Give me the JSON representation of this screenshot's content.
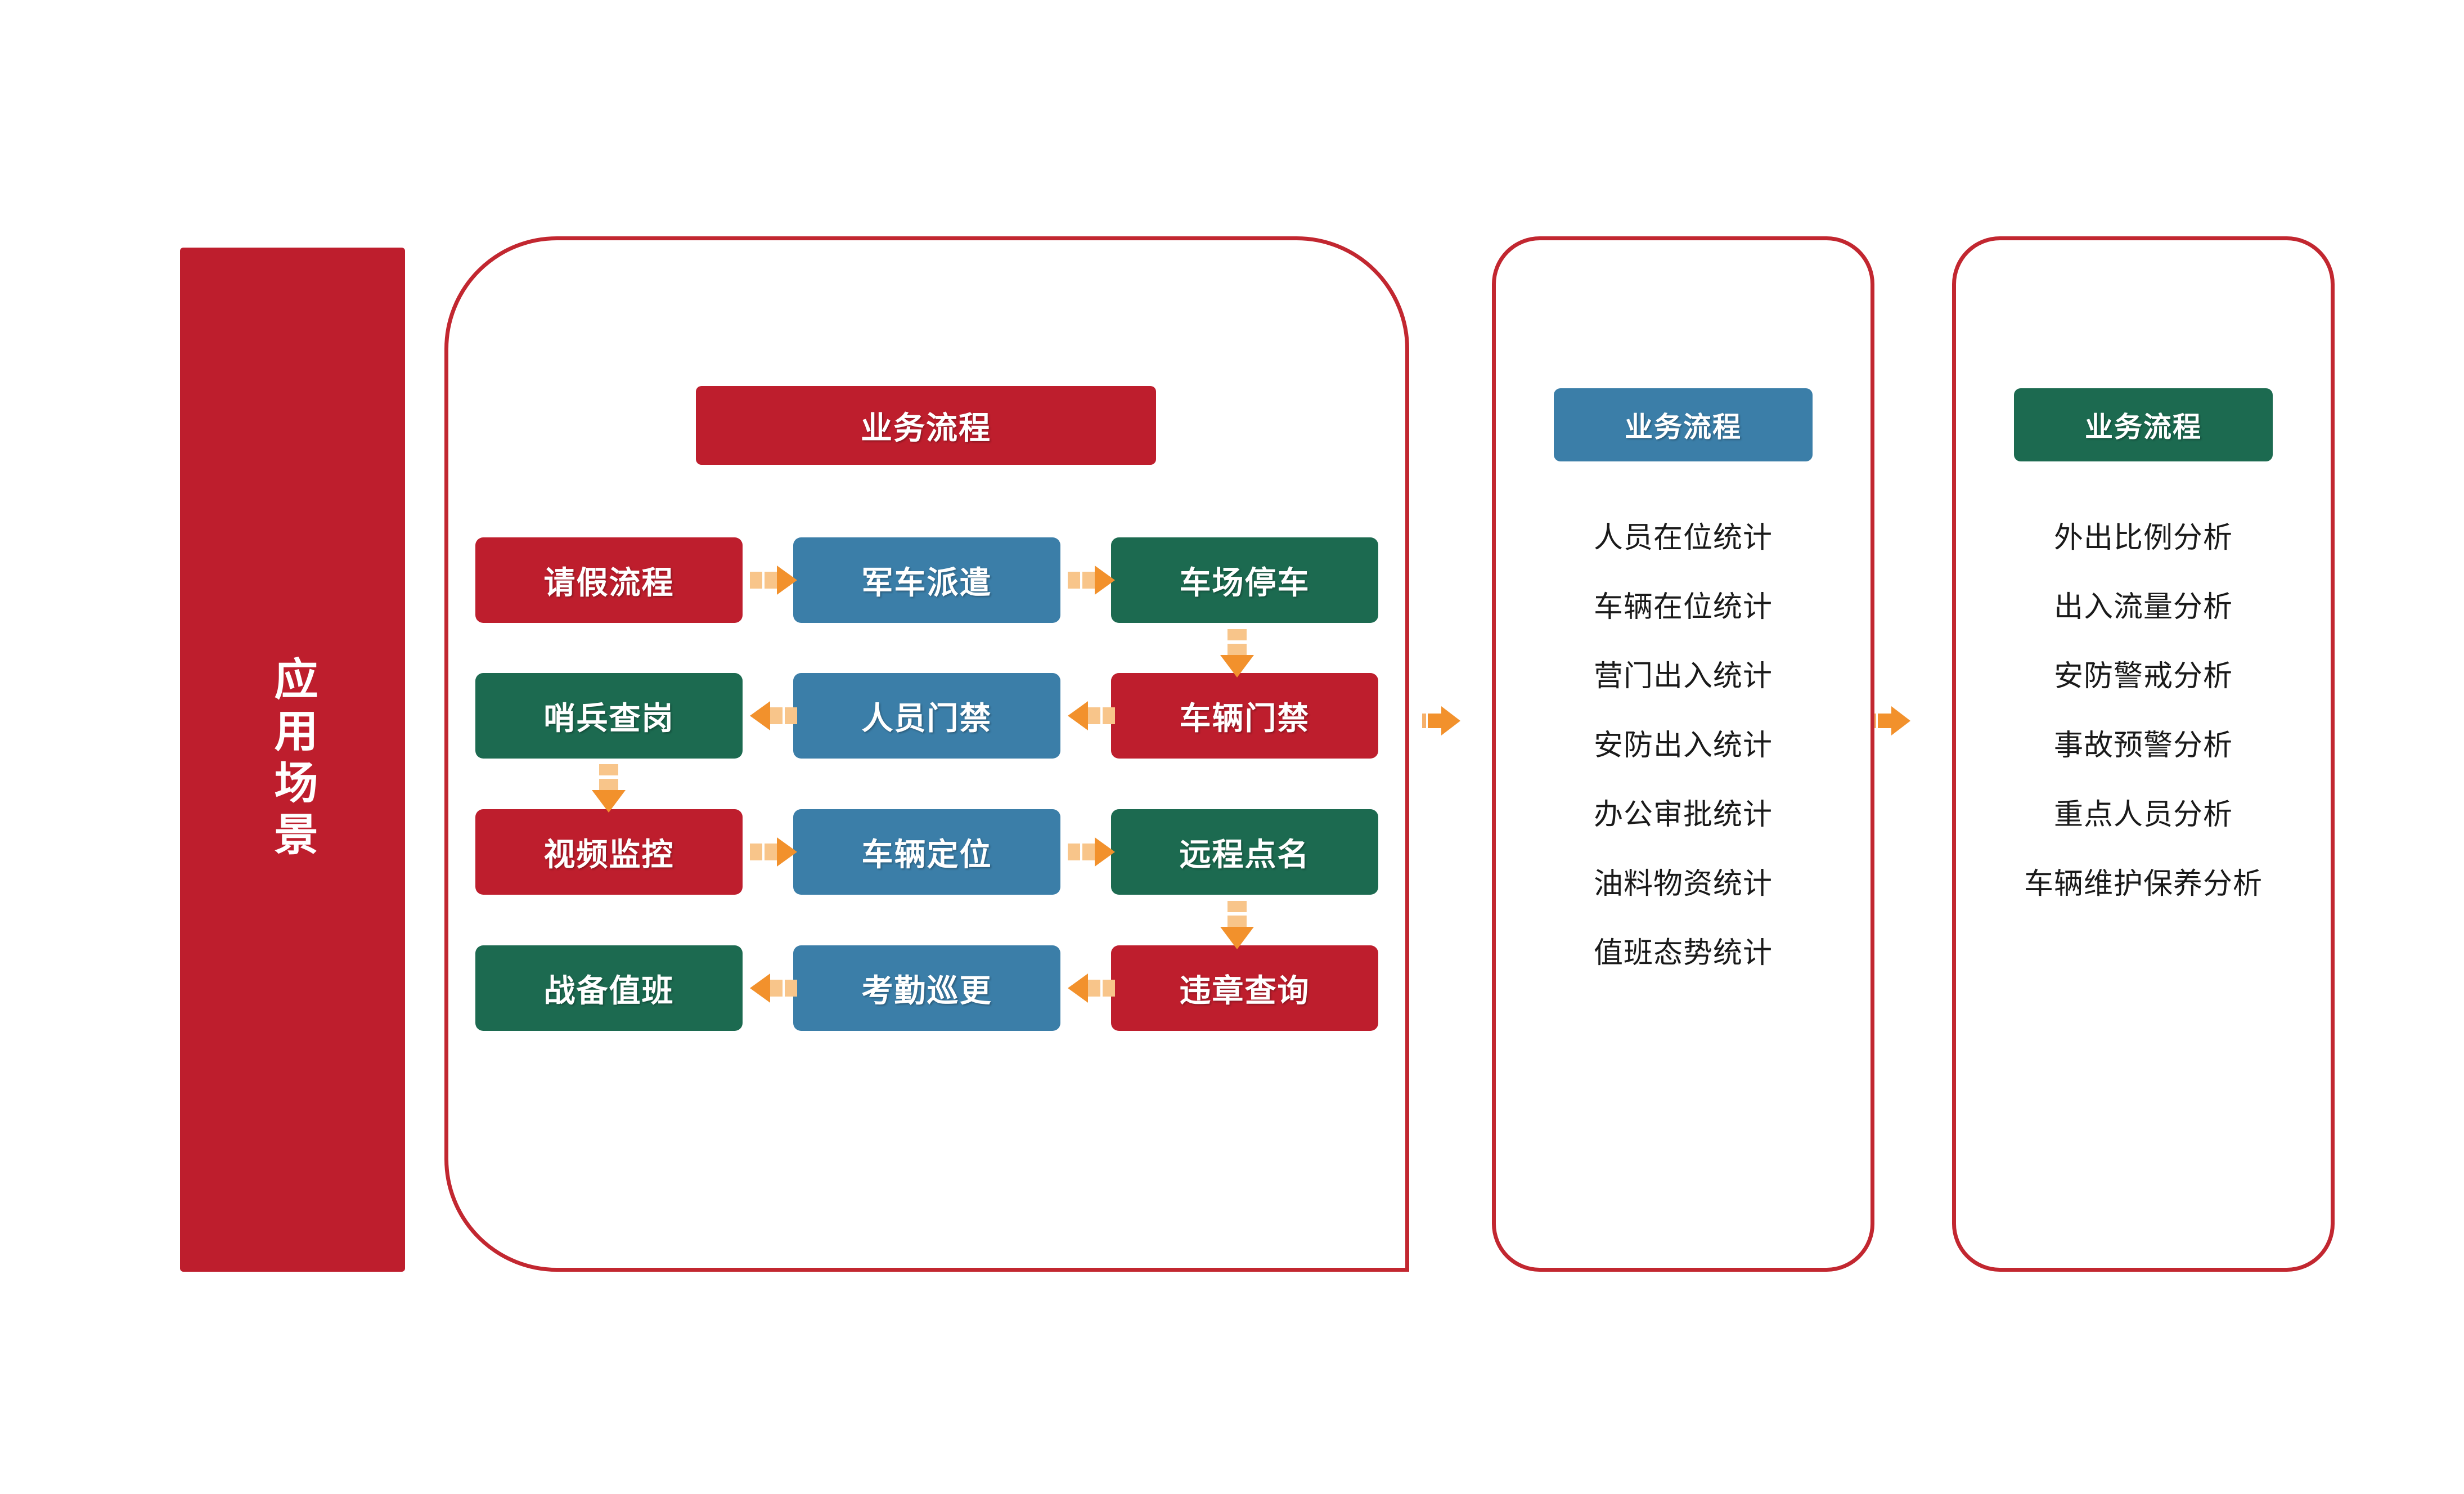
{
  "scene": {
    "label": "应用场景",
    "color": "#BE1E2D"
  },
  "colors": {
    "red": "#BE1E2D",
    "blue": "#3B7EA8",
    "green": "#1C6A50",
    "arrow_orange": "#F2912C",
    "panel_border": "#C22730",
    "background": "#FFFFFF"
  },
  "flow_panel": {
    "header": "业务流程",
    "header_color": "#BE1E2D",
    "rows": [
      {
        "cells": [
          {
            "label": "请假流程",
            "color": "red"
          },
          {
            "label": "军车派遣",
            "color": "blue"
          },
          {
            "label": "车场停车",
            "color": "green"
          }
        ],
        "connectors": [
          "arrow-right",
          "arrow-right"
        ]
      },
      {
        "cells": [
          {
            "label": "哨兵查岗",
            "color": "green"
          },
          {
            "label": "人员门禁",
            "color": "blue"
          },
          {
            "label": "车辆门禁",
            "color": "red"
          }
        ],
        "connectors": [
          "arrow-left",
          "arrow-left"
        ]
      },
      {
        "cells": [
          {
            "label": "视频监控",
            "color": "red"
          },
          {
            "label": "车辆定位",
            "color": "blue"
          },
          {
            "label": "远程点名",
            "color": "green"
          }
        ],
        "connectors": [
          "arrow-right",
          "arrow-right"
        ]
      },
      {
        "cells": [
          {
            "label": "战备值班",
            "color": "green"
          },
          {
            "label": "考勤巡更",
            "color": "blue"
          },
          {
            "label": "违章查询",
            "color": "red"
          }
        ],
        "connectors": [
          "arrow-left",
          "arrow-left"
        ]
      }
    ],
    "vertical_connectors": [
      {
        "from": "车场停车",
        "to": "车辆门禁",
        "direction": "down"
      },
      {
        "from": "哨兵查岗",
        "to": "视频监控",
        "direction": "down"
      },
      {
        "from": "远程点名",
        "to": "违章查询",
        "direction": "down"
      }
    ]
  },
  "stats_panel": {
    "header": "业务流程",
    "header_color": "#3B7EA8",
    "items": [
      "人员在位统计",
      "车辆在位统计",
      "营门出入统计",
      "安防出入统计",
      "办公审批统计",
      "油料物资统计",
      "值班态势统计"
    ]
  },
  "analysis_panel": {
    "header": "业务流程",
    "header_color": "#1C6A50",
    "items": [
      "外出比例分析",
      "出入流量分析",
      "安防警戒分析",
      "事故预警分析",
      "重点人员分析",
      "车辆维护保养分析"
    ]
  },
  "panel_connectors": [
    {
      "from": "flow_panel",
      "to": "stats_panel",
      "direction": "right"
    },
    {
      "from": "stats_panel",
      "to": "analysis_panel",
      "direction": "right"
    }
  ]
}
